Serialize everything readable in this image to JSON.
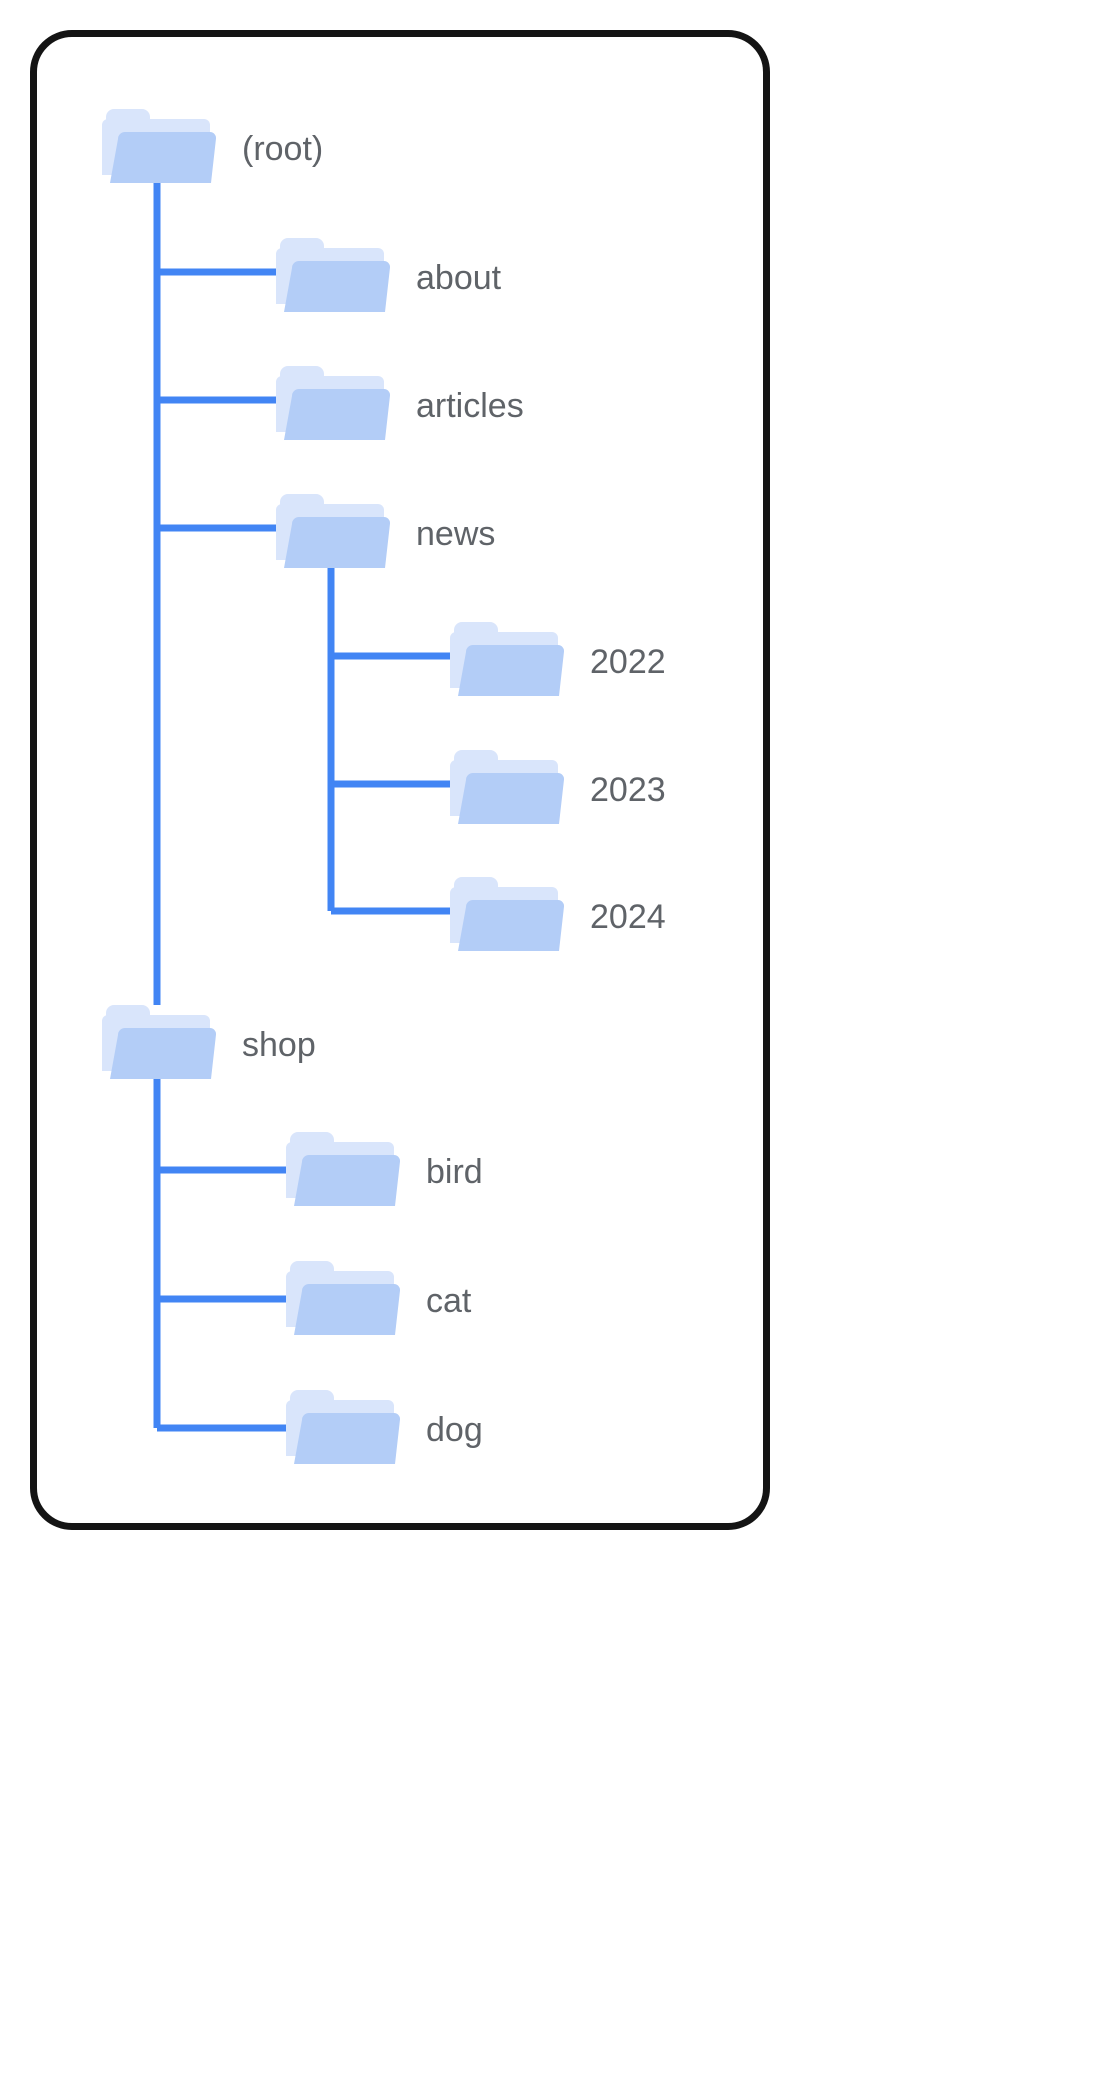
{
  "diagram": {
    "title": "folder-tree",
    "type": "tree",
    "colors": {
      "card_border": "#141414",
      "card_background": "#ffffff",
      "connector": "#4285f4",
      "folder_back": "#d9e5fb",
      "folder_front": "#b3cdf7",
      "label_text": "#5f6368"
    }
  },
  "nodes": [
    {
      "id": "root",
      "label": "(root)",
      "depth": 0,
      "icon": "folder-icon"
    },
    {
      "id": "about",
      "label": "about",
      "depth": 1,
      "icon": "folder-icon"
    },
    {
      "id": "articles",
      "label": "articles",
      "depth": 1,
      "icon": "folder-icon"
    },
    {
      "id": "news",
      "label": "news",
      "depth": 1,
      "icon": "folder-icon"
    },
    {
      "id": "y2022",
      "label": "2022",
      "depth": 2,
      "icon": "folder-icon"
    },
    {
      "id": "y2023",
      "label": "2023",
      "depth": 2,
      "icon": "folder-icon"
    },
    {
      "id": "y2024",
      "label": "2024",
      "depth": 2,
      "icon": "folder-icon"
    },
    {
      "id": "shop",
      "label": "shop",
      "depth": 1,
      "icon": "folder-icon"
    },
    {
      "id": "bird",
      "label": "bird",
      "depth": 2,
      "icon": "folder-icon"
    },
    {
      "id": "cat",
      "label": "cat",
      "depth": 2,
      "icon": "folder-icon"
    },
    {
      "id": "dog",
      "label": "dog",
      "depth": 2,
      "icon": "folder-icon"
    }
  ],
  "edges": [
    {
      "from": "root",
      "to": "about"
    },
    {
      "from": "root",
      "to": "articles"
    },
    {
      "from": "root",
      "to": "news"
    },
    {
      "from": "news",
      "to": "y2022"
    },
    {
      "from": "news",
      "to": "y2023"
    },
    {
      "from": "news",
      "to": "y2024"
    },
    {
      "from": "root",
      "to": "shop"
    },
    {
      "from": "shop",
      "to": "bird"
    },
    {
      "from": "shop",
      "to": "cat"
    },
    {
      "from": "shop",
      "to": "dog"
    }
  ]
}
